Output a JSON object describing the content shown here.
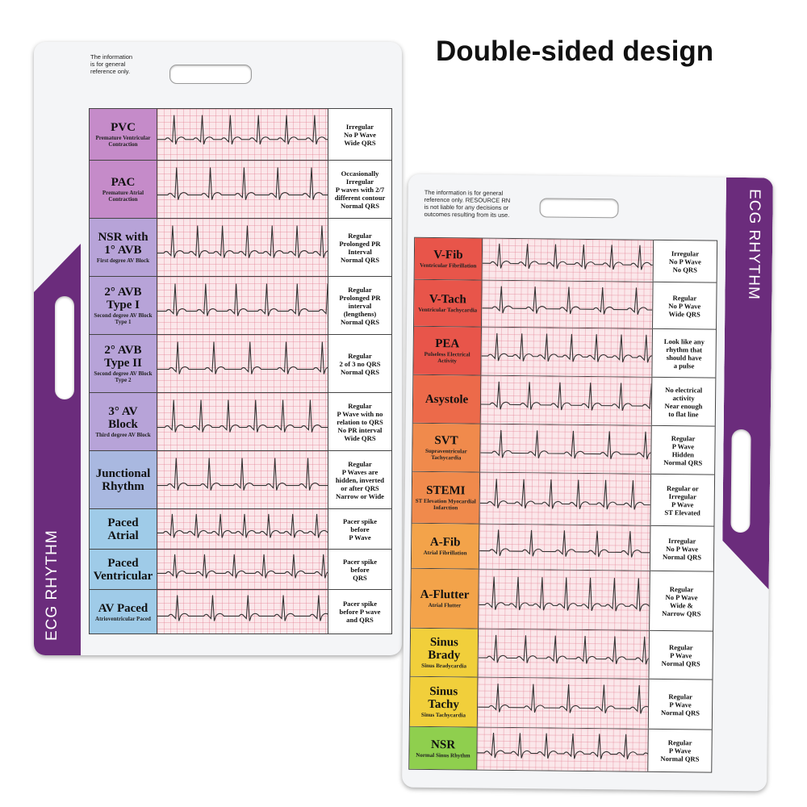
{
  "headline": "Double-sided design",
  "left_card": {
    "disclaimer": "The information\nis for general\nreference only.",
    "band_label": "ECG RHYTHM",
    "rows": [
      {
        "name": "PVC",
        "sub": "Premature Ventricular Contraction",
        "desc": "Irregular\nNo P Wave\nWide QRS",
        "color": "#c58bc9"
      },
      {
        "name": "PAC",
        "sub": "Premature Atrial Contraction",
        "desc": "Occasionally\nIrregular\nP waves with 2/7\ndifferent contour\nNormal QRS",
        "color": "#c58bc9"
      },
      {
        "name": "NSR with\n1° AVB",
        "sub": "First degree AV Block",
        "desc": "Regular\nProlonged PR\nInterval\nNormal QRS",
        "color": "#b7a3d8"
      },
      {
        "name": "2° AVB\nType I",
        "sub": "Second degree AV Block Type 1",
        "desc": "Regular\nProlonged PR\ninterval\n(lengthens)\nNormal QRS",
        "color": "#b7a3d8"
      },
      {
        "name": "2° AVB\nType II",
        "sub": "Second degree AV Block Type 2",
        "desc": "Regular\n2 of 3 no QRS\nNormal QRS",
        "color": "#b7a3d8"
      },
      {
        "name": "3° AV\nBlock",
        "sub": "Third degree AV Block",
        "desc": "Regular\nP Wave with no\nrelation to QRS\nNo PR interval\nWide QRS",
        "color": "#b7a3d8"
      },
      {
        "name": "Junctional\nRhythm",
        "sub": "",
        "desc": "Regular\nP Waves are\nhidden, inverted\nor after QRS\nNarrow or Wide",
        "color": "#a9b8e0"
      },
      {
        "name": "Paced\nAtrial",
        "sub": "",
        "desc": "Pacer spike\nbefore\nP Wave",
        "color": "#9fcbe8"
      },
      {
        "name": "Paced\nVentricular",
        "sub": "",
        "desc": "Pacer spike\nbefore\nQRS",
        "color": "#9fcbe8"
      },
      {
        "name": "AV Paced",
        "sub": "Atrioventricular Paced",
        "desc": "Pacer spike\nbefore P wave\nand QRS",
        "color": "#9fcbe8"
      }
    ]
  },
  "right_card": {
    "disclaimer": "The information is for general\nreference only. RESOURCE RN\nis not liable for any decisions or\noutcomes resulting from its use.",
    "band_label": "ECG RHYTHM",
    "rows": [
      {
        "name": "V-Fib",
        "sub": "Ventricular Fibrillation",
        "desc": "Irregular\nNo P Wave\nNo QRS",
        "color": "#e8554a"
      },
      {
        "name": "V-Tach",
        "sub": "Ventricular Tachycardia",
        "desc": "Regular\nNo P Wave\nWide QRS",
        "color": "#e8554a"
      },
      {
        "name": "PEA",
        "sub": "Pulseless Electrical Activity",
        "desc": "Look like any\nrhythm that\nshould have\na pulse",
        "color": "#e8554a"
      },
      {
        "name": "Asystole",
        "sub": "",
        "desc": "No electrical\nactivity\nNear enough\nto flat line",
        "color": "#ec6a4a"
      },
      {
        "name": "SVT",
        "sub": "Supraventricular Tachycardia",
        "desc": "Regular\nP Wave\nHidden\nNormal QRS",
        "color": "#f08a4c"
      },
      {
        "name": "STEMI",
        "sub": "ST Elevation Myocardial Infarction",
        "desc": "Regular or\nIrregular\nP Wave\nST Elevated",
        "color": "#f08a4c"
      },
      {
        "name": "A-Fib",
        "sub": "Atrial Fibrillation",
        "desc": "Irregular\nNo P Wave\nNormal QRS",
        "color": "#f3a34a"
      },
      {
        "name": "A-Flutter",
        "sub": "Atrial Flutter",
        "desc": "Regular\nNo P Wave\nWide &\nNarrow QRS",
        "color": "#f3a34a"
      },
      {
        "name": "Sinus\nBrady",
        "sub": "Sinus Bradycardia",
        "desc": "Regular\nP Wave\nNormal QRS",
        "color": "#f1cf3b"
      },
      {
        "name": "Sinus\nTachy",
        "sub": "Sinus Tachycardia",
        "desc": "Regular\nP Wave\nNormal QRS",
        "color": "#f1cf3b"
      },
      {
        "name": "NSR",
        "sub": "Normal Sinus Rhythm",
        "desc": "Regular\nP Wave\nNormal QRS",
        "color": "#8fcf4e"
      }
    ]
  }
}
